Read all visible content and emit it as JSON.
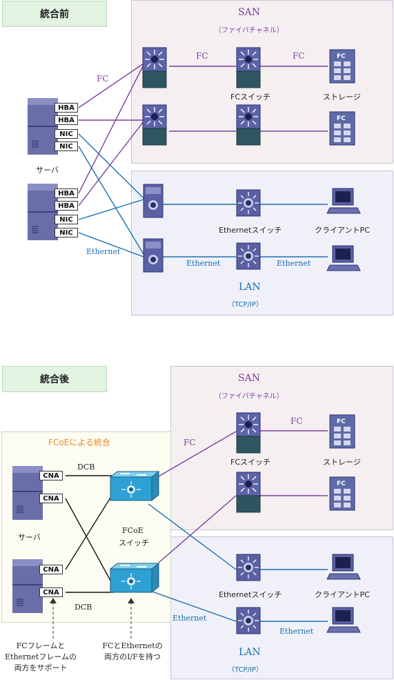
{
  "before": {
    "tab": "統合前",
    "san_title": "SAN",
    "san_subtitle": "（ファイバチャネル）",
    "lan_title": "LAN",
    "lan_subtitle": "（TCP/IP）",
    "fc_label_1": "FC",
    "fc_label_2": "FC",
    "fc_label_left": "FC",
    "fc_switch_label": "FCスイッチ",
    "storage_label": "ストレージ",
    "server_label": "サーバ",
    "ethernet_left": "Ethernet",
    "ethernet_mid": "Ethernet",
    "ethernet_right": "Ethernet",
    "eth_switch_label": "Ethernetスイッチ",
    "client_label": "クライアントPC",
    "ports_server1": [
      "HBA",
      "HBA",
      "NIC",
      "NIC"
    ],
    "ports_server2": [
      "HBA",
      "HBA",
      "NIC",
      "NIC"
    ],
    "storage_icon_text": "FC"
  },
  "after": {
    "tab": "統合後",
    "san_title": "SAN",
    "san_subtitle": "（ファイバチャネル）",
    "lan_title": "LAN",
    "lan_subtitle": "（TCP/IP）",
    "fcoe_box_title": "FCoEによる統合",
    "dcb_top": "DCB",
    "dcb_bottom": "DCB",
    "fcoe_switch_line1": "FCoE",
    "fcoe_switch_line2": "スイッチ",
    "server_label": "サーバ",
    "ports_server1": [
      "CNA",
      "CNA"
    ],
    "ports_server2": [
      "CNA",
      "CNA"
    ],
    "fc_label_left": "FC",
    "fc_label_right": "FC",
    "fc_switch_label": "FCスイッチ",
    "storage_label": "ストレージ",
    "eth_switch_label": "Ethernetスイッチ",
    "client_label": "クライアントPC",
    "ethernet_left": "Ethernet",
    "ethernet_right": "Ethernet",
    "note_left": [
      "FCフレームと",
      "Ethernetフレームの",
      "両方をサポート"
    ],
    "note_right": [
      "FCとEthernetの",
      "両方のI/Fを持つ"
    ],
    "storage_icon_text": "FC"
  },
  "colors": {
    "fc_line": "#7b3f9c",
    "eth_line": "#1a6fb0",
    "black_line": "#111111"
  }
}
